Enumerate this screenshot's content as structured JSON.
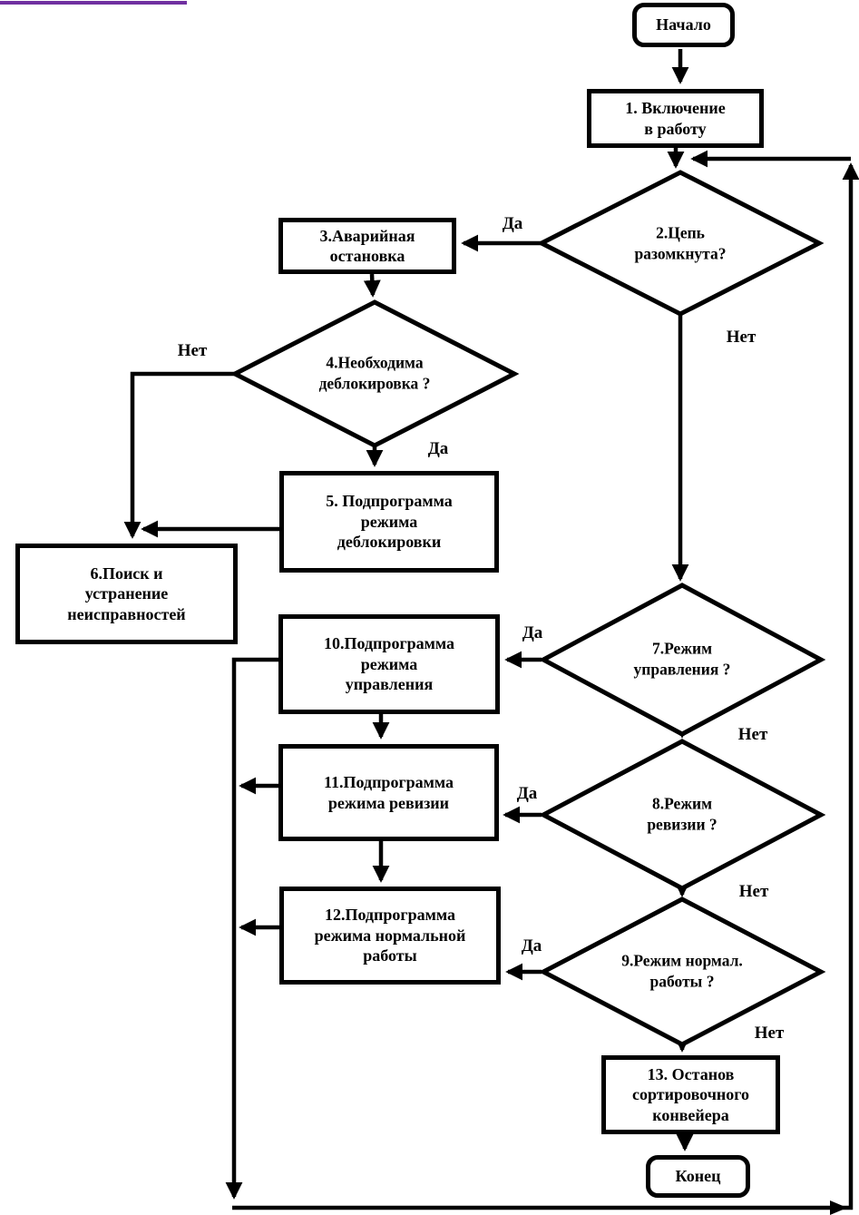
{
  "diagram": {
    "type": "flowchart",
    "language": "ru",
    "background_color": "#ffffff",
    "line_color": "#000000",
    "accent_line_color": "#7030A0",
    "nodes": {
      "start": {
        "shape": "terminal",
        "label": "Начало"
      },
      "p1": {
        "shape": "process",
        "label": "1. Включение\nв работу"
      },
      "d2": {
        "shape": "decision",
        "label": "2.Цепь\nразомкнута?"
      },
      "p3": {
        "shape": "process",
        "label": "3.Аварийная\nостановка"
      },
      "d4": {
        "shape": "decision",
        "label": "4.Необходима\nдеблокировка ?"
      },
      "p5": {
        "shape": "process",
        "label": "5. Подпрограмма\nрежима\nдеблокировки"
      },
      "p6": {
        "shape": "process",
        "label": "6.Поиск и\nустранение\nнеисправностей"
      },
      "d7": {
        "shape": "decision",
        "label": "7.Режим\nуправления ?"
      },
      "d8": {
        "shape": "decision",
        "label": "8.Режим\nревизии ?"
      },
      "d9": {
        "shape": "decision",
        "label": "9.Режим нормал.\nработы ?"
      },
      "p10": {
        "shape": "process",
        "label": "10.Подпрограмма\nрежима\nуправления"
      },
      "p11": {
        "shape": "process",
        "label": "11.Подпрограмма\nрежима ревизии"
      },
      "p12": {
        "shape": "process",
        "label": "12.Подпрограмма\nрежима нормальной\nработы"
      },
      "p13": {
        "shape": "process",
        "label": "13. Останов\nсортировочного\nконвейера"
      },
      "end": {
        "shape": "terminal",
        "label": "Конец"
      }
    },
    "branch_labels": [
      {
        "id": "d2-yes",
        "text": "Да"
      },
      {
        "id": "d2-no",
        "text": "Нет"
      },
      {
        "id": "d4-no",
        "text": "Нет"
      },
      {
        "id": "d4-yes",
        "text": "Да"
      },
      {
        "id": "d7-yes",
        "text": "Да"
      },
      {
        "id": "d7-no",
        "text": "Нет"
      },
      {
        "id": "d8-yes",
        "text": "Да"
      },
      {
        "id": "d8-no",
        "text": "Нет"
      },
      {
        "id": "d9-yes",
        "text": "Да"
      },
      {
        "id": "d9-no",
        "text": "Нет"
      }
    ]
  }
}
